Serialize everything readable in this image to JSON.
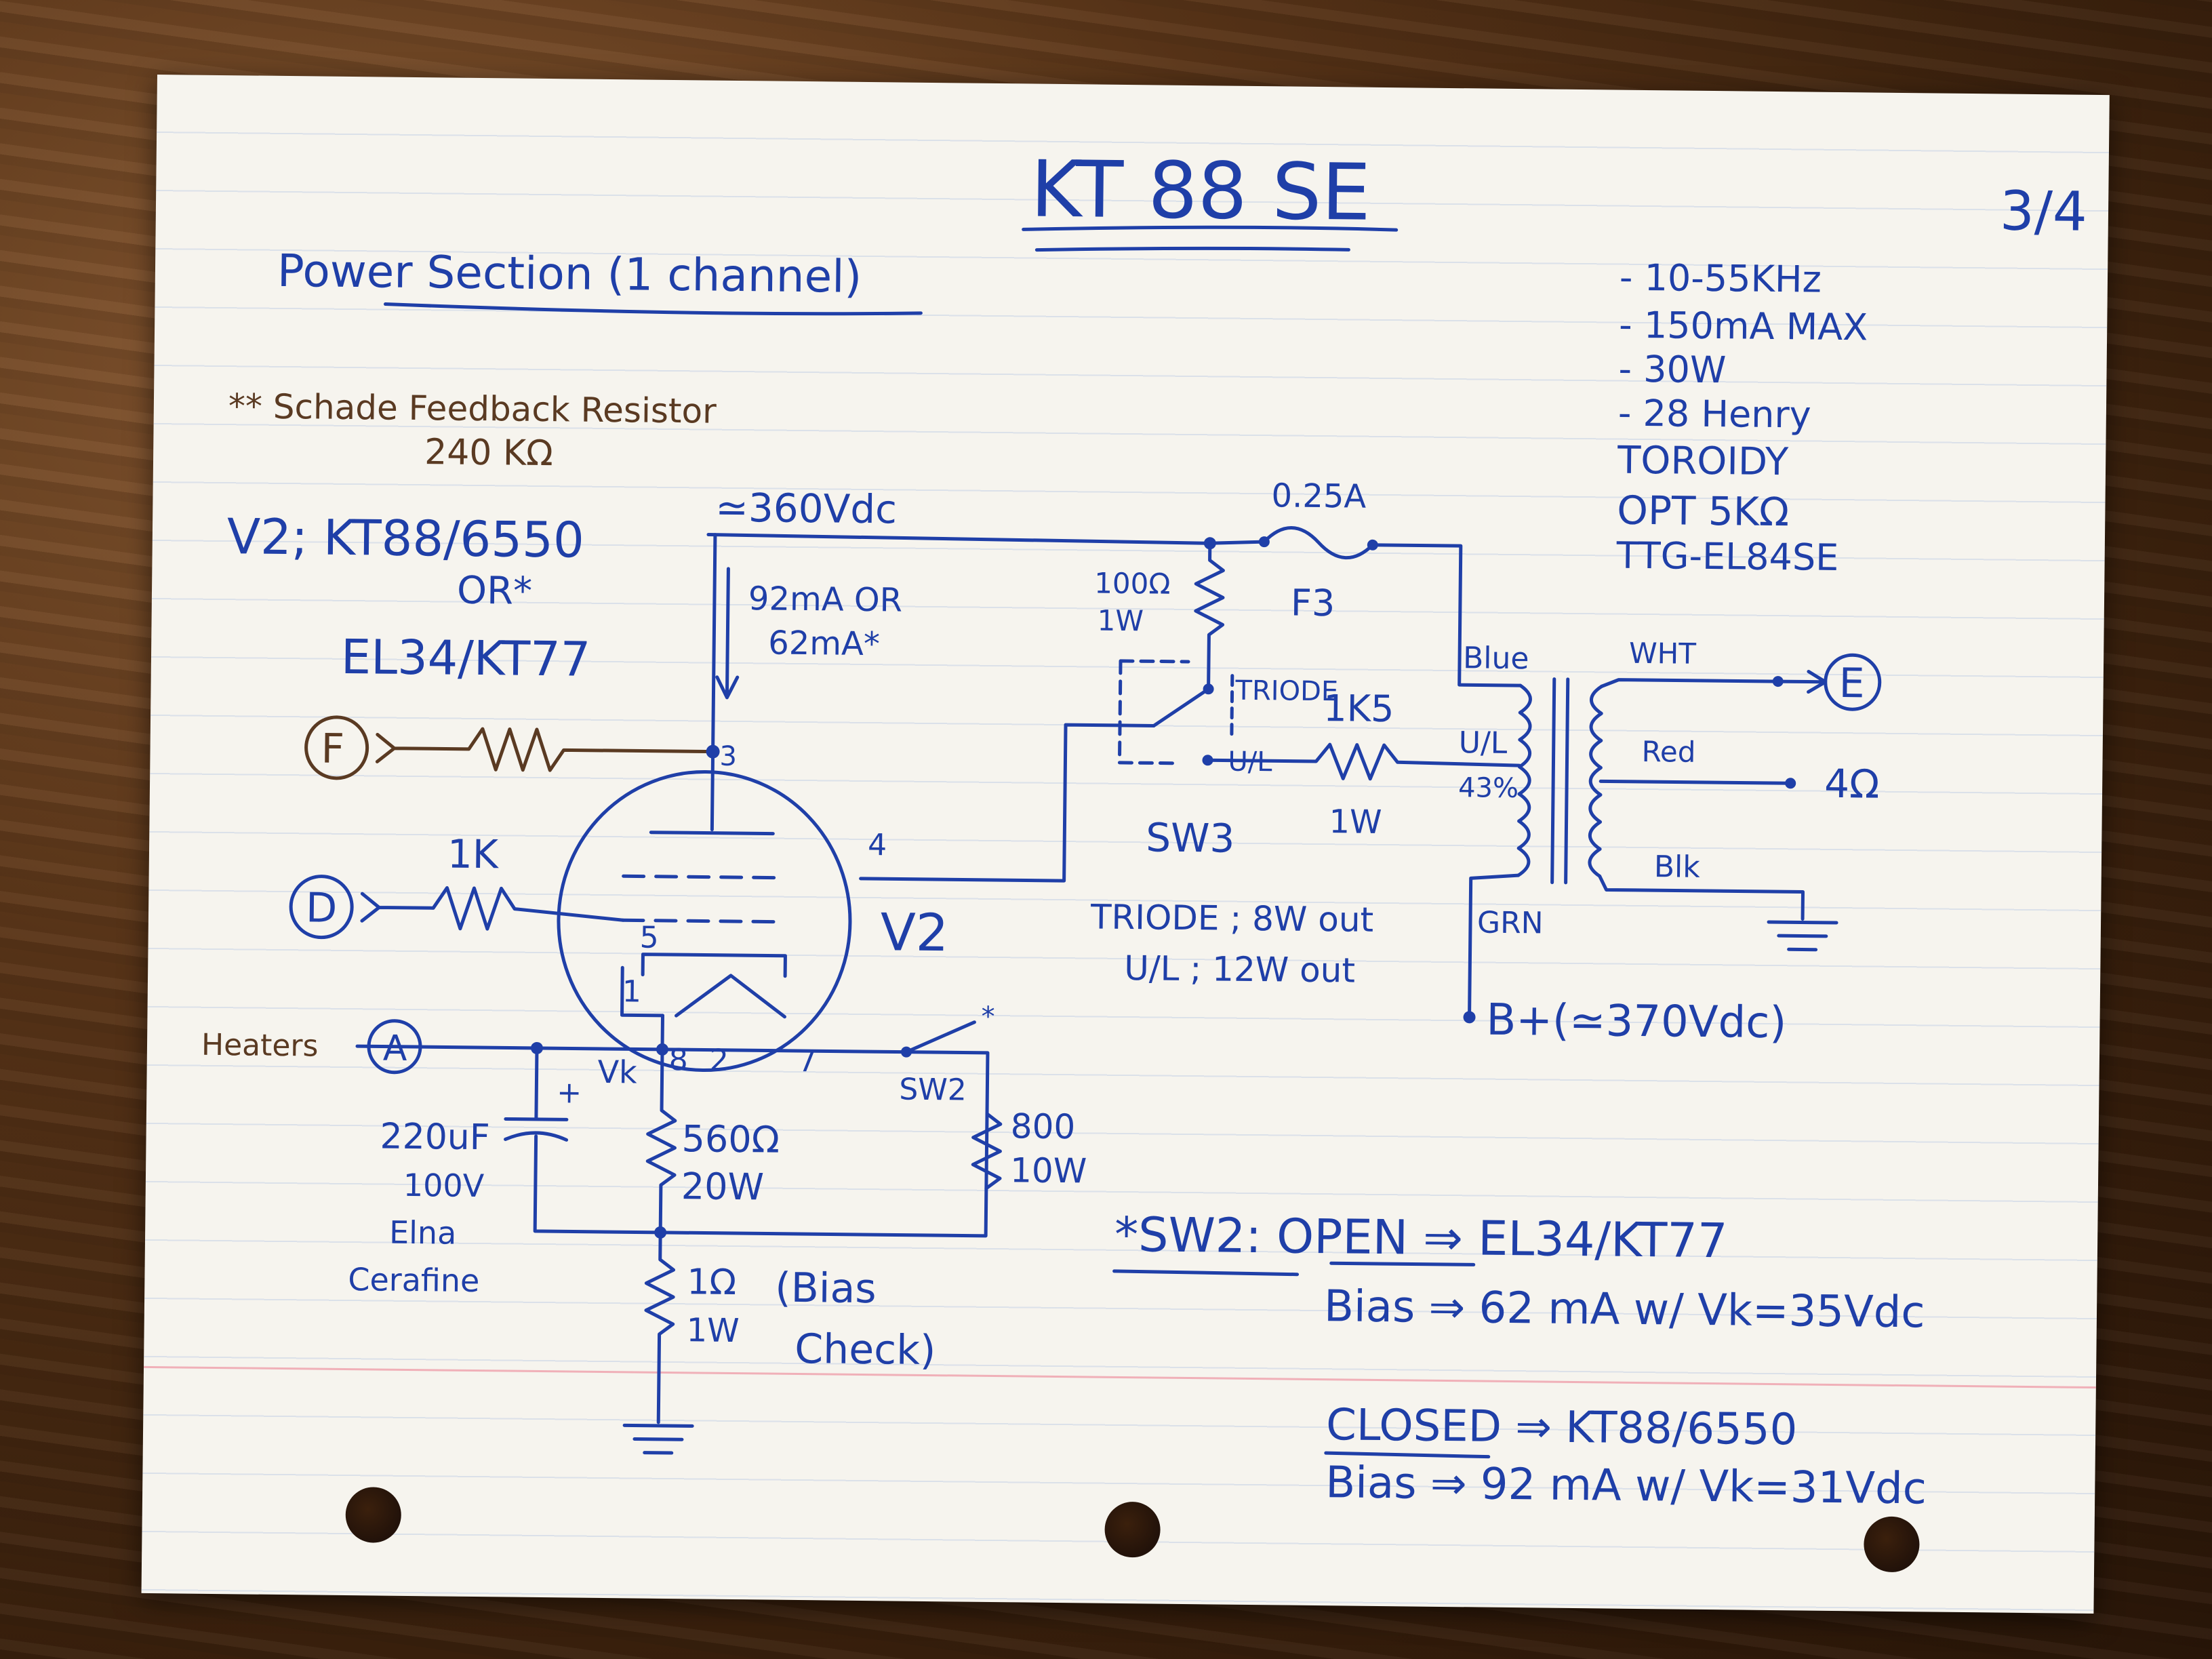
{
  "header": {
    "title": "KT 88  SE",
    "page_number": "3/4",
    "section": "Power Section (1 channel)"
  },
  "notes": {
    "feedback_line1": "** Schade Feedback Resistor",
    "feedback_line2": "240 KΩ",
    "tube_line1": "V2; KT88/6550",
    "tube_line2": "OR*",
    "tube_line3": "EL34/KT77"
  },
  "transformer": {
    "spec1": "- 10-55KHz",
    "spec2": "- 150mA MAX",
    "spec3": "- 30W",
    "spec4": "- 28 Henry",
    "spec5": "TOROIDY",
    "spec6": "OPT 5KΩ",
    "spec7": "TTG-EL84SE",
    "lead_blue": "Blue",
    "lead_ul": "U/L",
    "lead_ul_pct": "43%",
    "lead_grn": "GRN",
    "lead_wht": "WHT",
    "lead_red": "Red",
    "lead_blk": "Blk",
    "out_4ohm": "4Ω"
  },
  "circuit": {
    "b_plus_top": "≃360Vdc",
    "fuse_value": "0.25A",
    "fuse_ref": "F3",
    "plate_current1": "92mA OR",
    "plate_current2": "62mA*",
    "r100_value": "100Ω",
    "r100_power": "1W",
    "sw3_triode": "TRIODE",
    "sw3_ul": "U/L",
    "sw3_ref": "SW3",
    "r1k5_value": "1K5",
    "r1k5_power": "1W",
    "out_power1": "TRIODE ; 8W out",
    "out_power2": "U/L ; 12W out",
    "b_plus_bottom": "B+(≃370Vdc)",
    "connector_e": "E",
    "connector_f": "F",
    "connector_d": "D",
    "connector_a": "A",
    "r1k_value": "1K",
    "tube_ref": "V2",
    "pin3": "3",
    "pin4": "4",
    "pin5": "5",
    "pin1": "1",
    "pin8": "8",
    "pin2": "2",
    "pin7": "7",
    "heaters": "Heaters",
    "vk": "Vk",
    "sw2": "SW2",
    "sw2_star": "*",
    "cap_plus": "+",
    "cap_value": "220uF",
    "cap_voltage": "100V",
    "cap_brand1": "Elna",
    "cap_brand2": "Cerafine",
    "r560_value": "560Ω",
    "r560_power": "20W",
    "r800_value": "800",
    "r800_power": "10W",
    "r1_value": "1Ω",
    "r1_power": "1W",
    "bias_check1": "(Bias",
    "bias_check2": "Check)"
  },
  "sw2_notes": {
    "line1": "*SW2: OPEN ⇒ EL34/KT77",
    "line2": "Bias ⇒ 62 mA w/ Vk=35Vdc",
    "line3": "CLOSED ⇒ KT88/6550",
    "line4": "Bias ⇒ 92 mA w/ Vk=31Vdc"
  }
}
